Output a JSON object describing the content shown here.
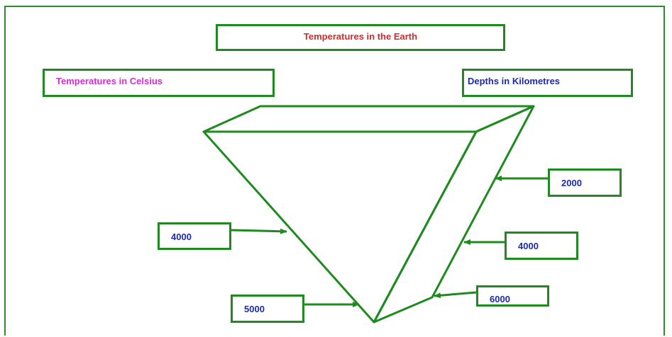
{
  "title": "Temperatures in the Earth",
  "temperature_label": "Temperatures in Celsius",
  "depth_label": "Depths in Kilometres",
  "temperatures": [
    "4000",
    "5000"
  ],
  "depths": [
    "2000",
    "4000",
    "6000"
  ],
  "colors": {
    "frame": "#2e8b2e",
    "shape": "#1f8a1f",
    "title_text": "#d42a2a",
    "temperature_label_text": "#d52bd5",
    "value_text": "#1c2aa8"
  }
}
